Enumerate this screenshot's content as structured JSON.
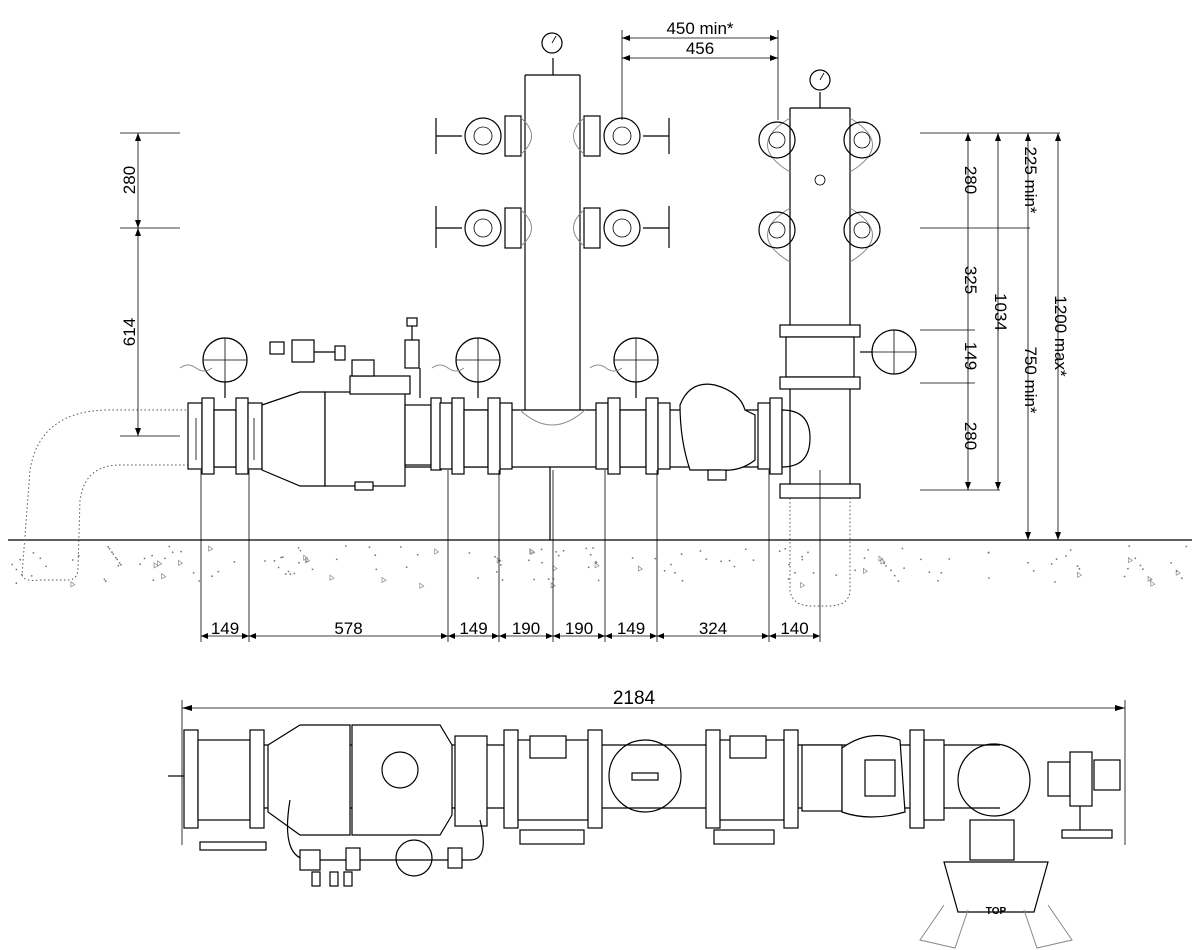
{
  "dimensions": {
    "top_min": "450 min*",
    "top": "456",
    "left_upper": "280",
    "left_lower": "614",
    "right_a": "280",
    "right_b": "325",
    "right_c": "149",
    "right_d": "280",
    "right_total": "1034",
    "right_min_top": "225 min*",
    "right_min_bottom": "750 min*",
    "right_max": "1200 max*",
    "bottom": [
      "149",
      "578",
      "149",
      "190",
      "190",
      "149",
      "324",
      "140"
    ],
    "plan_length": "2184"
  },
  "plan_labels": {
    "top_mark": "TOP"
  }
}
